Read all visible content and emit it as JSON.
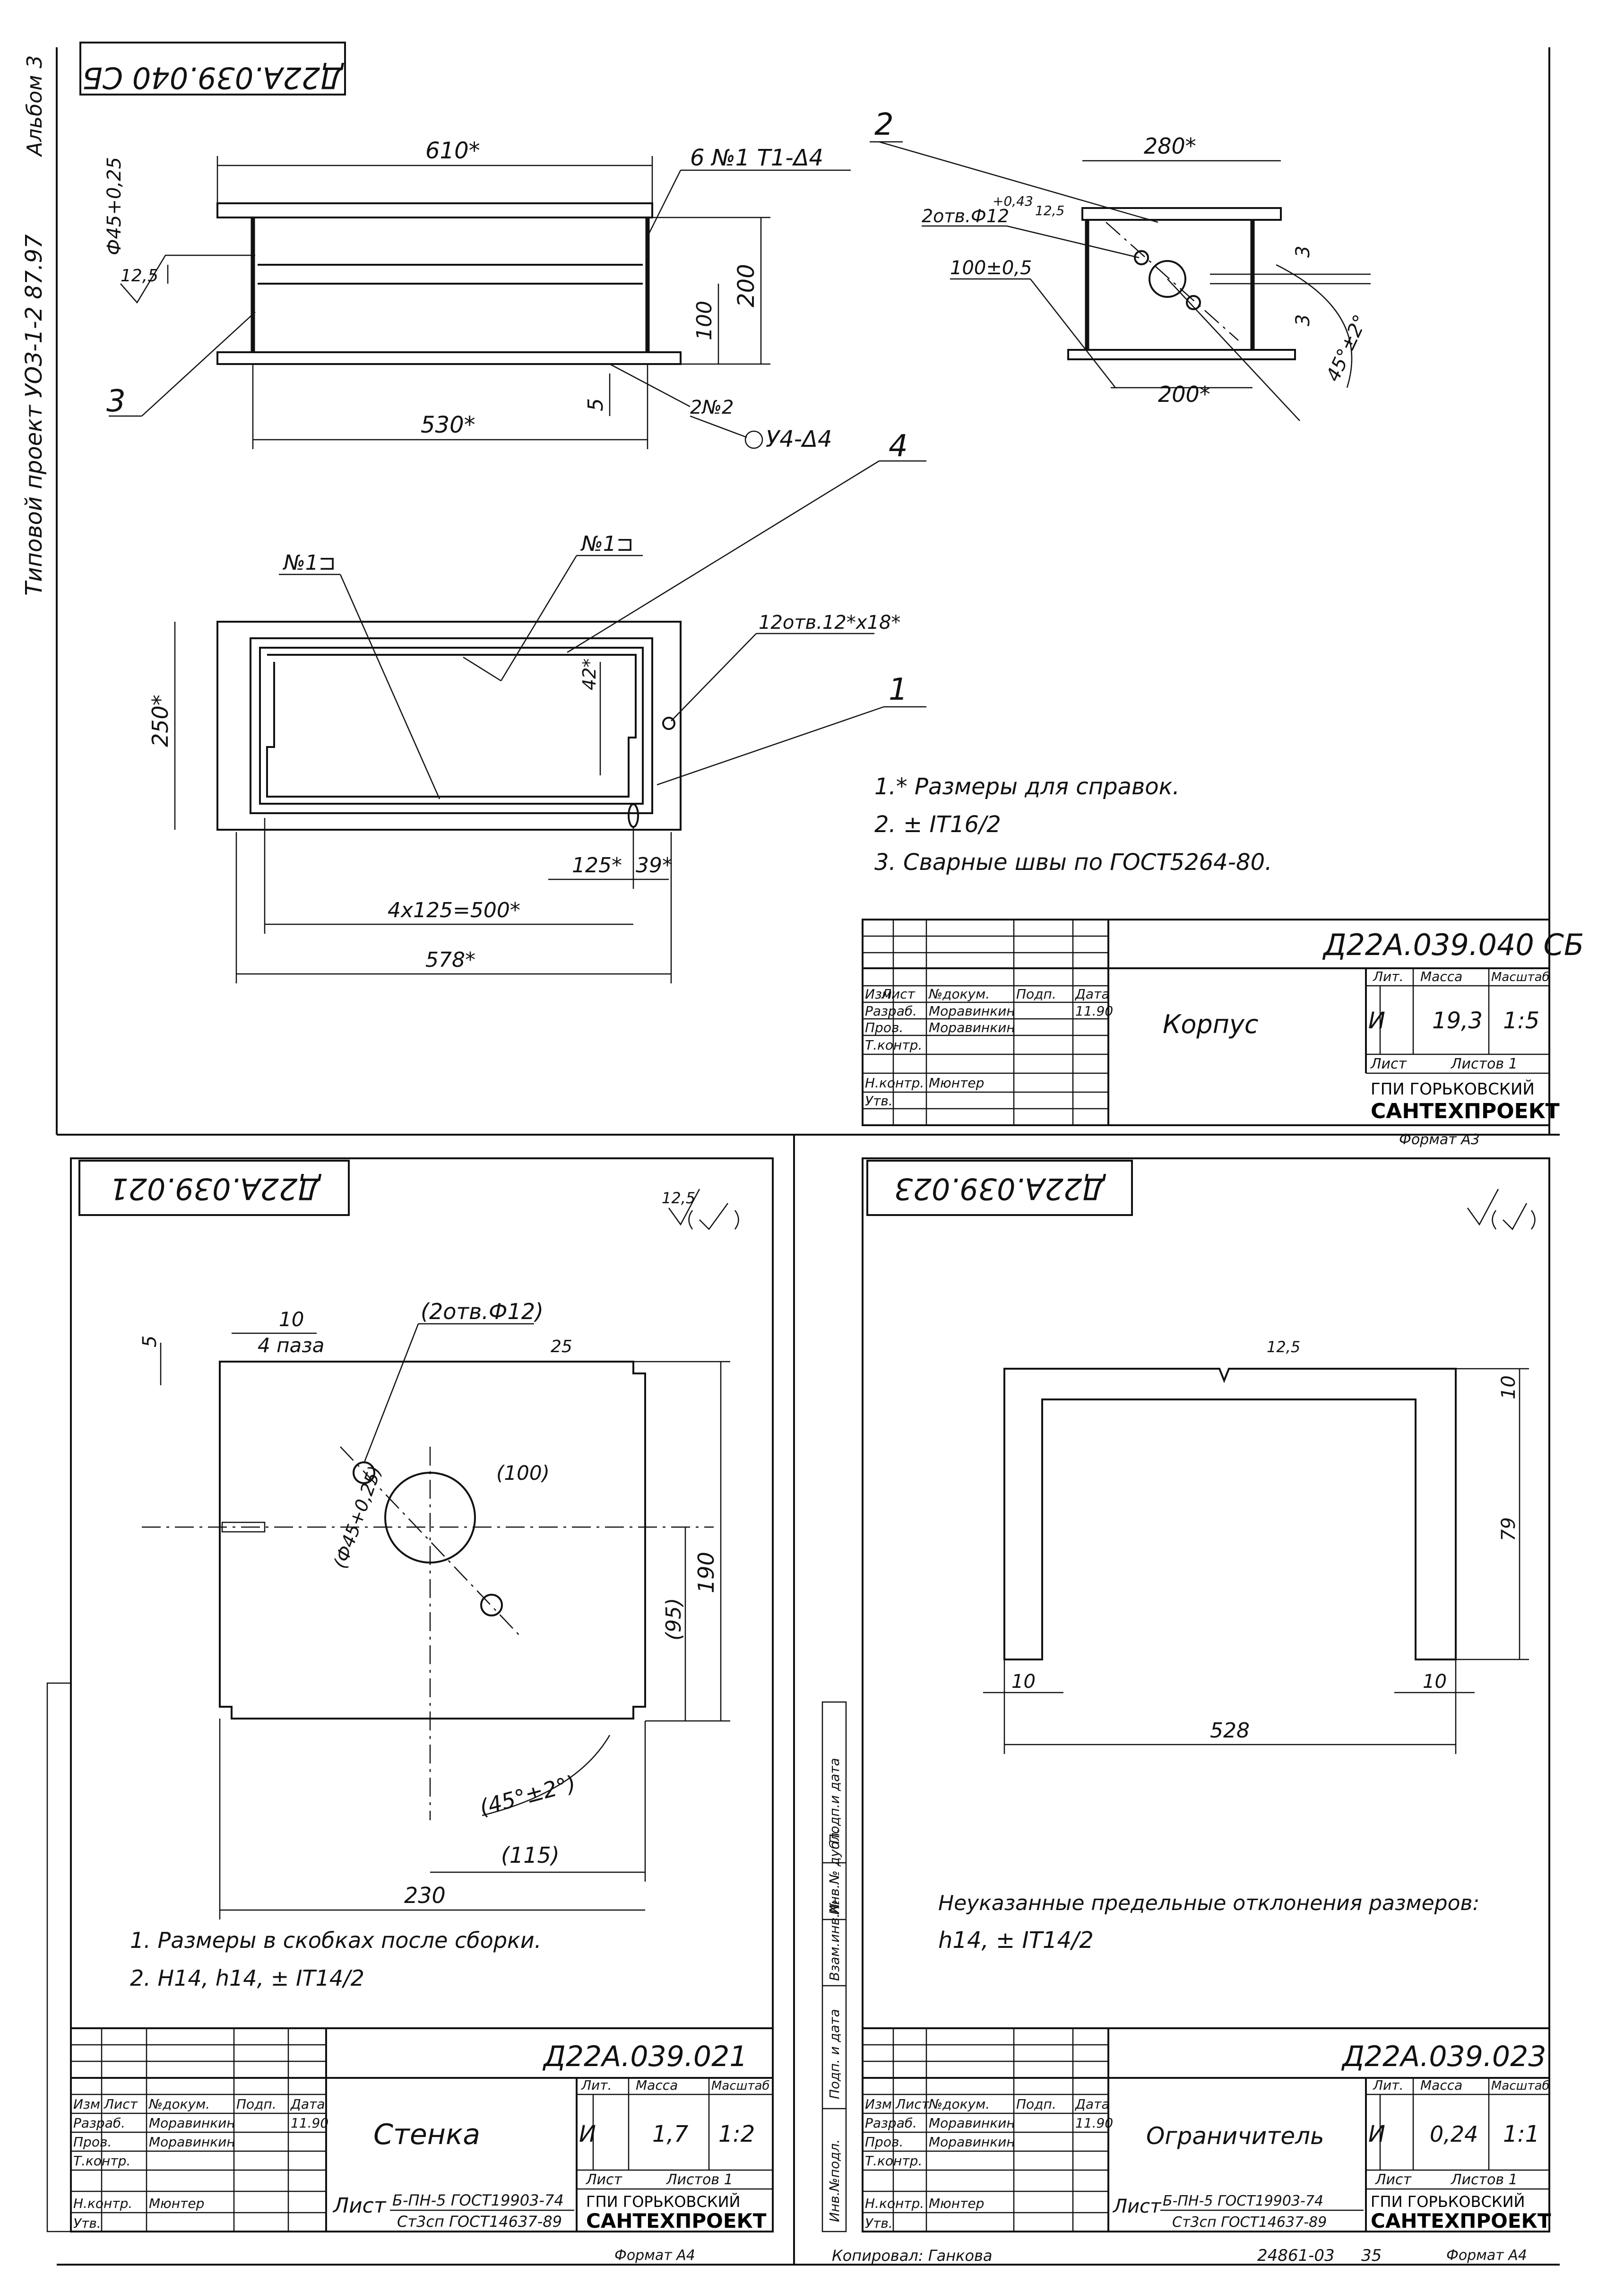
{
  "album_margin": {
    "project": "Типовой проект УОЗ-1-2 87.97",
    "album": "Альбом 3"
  },
  "sheet_a3": {
    "stamp_code": "Д22А.039.040 СБ",
    "dims": {
      "d610": "610*",
      "d530": "530*",
      "d200": "200",
      "d100": "100",
      "d5": "5",
      "d45": "Ф45+0,25",
      "d125": "12,5",
      "d280": "280*",
      "d200b": "200*",
      "d100_05": "100±0,5",
      "d3a": "3",
      "d3b": "3",
      "d45deg": "45°±2°",
      "d2otv": "2отв.Ф12",
      "tol043": "+0,43",
      "r125": "12,5",
      "d250": "250*",
      "d42": "42*",
      "d125b": "125*",
      "d39": "39*",
      "d4x125": "4х125=500*",
      "d578": "578*",
      "d12otv": "12отв.12*х18*"
    },
    "weld_labels": {
      "w1": "6 №1  Т1-Δ4",
      "w2": "2№2",
      "w3": "У4-Δ4",
      "n1a": "№1⊐",
      "n1b": "№1⊐"
    },
    "callouts": [
      "1",
      "2",
      "3",
      "4"
    ],
    "notes": [
      "1.* Размеры для справок.",
      "2. ± IT16/2",
      "3. Сварные швы по ГОСТ5264-80."
    ],
    "title_block": {
      "code": "Д22А.039.040 СБ",
      "name": "Корпус",
      "head": [
        "Изм",
        "Лист",
        "№докум.",
        "Подп.",
        "Дата"
      ],
      "rows": [
        [
          "Разраб.",
          "Моравинкин"
        ],
        [
          "Пров.",
          "Моравинкин"
        ],
        [
          "Т.контр.",
          ""
        ],
        [
          "Н.контр.",
          "Мюнтер"
        ],
        [
          "Утв.",
          ""
        ]
      ],
      "date": "11.90",
      "lit_label": "Лит.",
      "mass_label": "Масса",
      "scale_label": "Масштаб",
      "lit": "И",
      "mass": "19,3",
      "scale": "1:5",
      "sheet_label": "Лист",
      "sheets_label": "Листов 1",
      "org1": "ГПИ ГОРЬКОВСКИЙ",
      "org2": "САНТЕХПРОЕКТ",
      "format": "Формат А3"
    }
  },
  "sheet_left": {
    "stamp_code": "Д22А.039.021",
    "roughness": "12,5",
    "dims": {
      "d10": "10",
      "pazy": "4 паза",
      "d5": "5",
      "otv": "(2отв.Ф12)",
      "r25": "25",
      "d100": "(100)",
      "d45": "(Ф45+0,25)",
      "d95": "(95)",
      "d190": "190",
      "ang": "(45°±2°)",
      "d115": "(115)",
      "d230": "230"
    },
    "notes": [
      "1. Размеры в скобках после сборки.",
      "2. Н14, h14, ± IT14/2"
    ],
    "title_block": {
      "code": "Д22А.039.021",
      "name": "Стенка",
      "lit": "И",
      "mass": "1,7",
      "scale": "1:2",
      "material1": "Б-ПН-5 ГОСТ19903-74",
      "material2": "Ст3сп ГОСТ14637-89",
      "list_word": "Лист",
      "org1": "ГПИ ГОРЬКОВСКИЙ",
      "org2": "САНТЕХПРОЕКТ",
      "format": "Формат А4"
    }
  },
  "sheet_right": {
    "stamp_code": "Д22А.039.023",
    "dims": {
      "r125": "12,5",
      "d10a": "10",
      "d79": "79",
      "d10b": "10",
      "d10c": "10",
      "d528": "528"
    },
    "notes": [
      "Неуказанные предельные отклонения размеров:",
      "h14, ± IT14/2"
    ],
    "side_labels": [
      "Подп.и дата",
      "Инв.№ дубл.",
      "Взам.инв.№",
      "Подп. и дата",
      "Инв.№подл."
    ],
    "title_block": {
      "code": "Д22А.039.023",
      "name": "Ограничитель",
      "lit": "И",
      "mass": "0,24",
      "scale": "1:1",
      "material1": "Б-ПН-5 ГОСТ19903-74",
      "material2": "Ст3сп ГОСТ14637-89",
      "list_word": "Лист",
      "org1": "ГПИ ГОРЬКОВСКИЙ",
      "org2": "САНТЕХПРОЕКТ",
      "format": "Формат А4"
    }
  },
  "footer": {
    "copied": "Копировал: Ганкова",
    "docnum": "24861-03",
    "page": "35"
  }
}
